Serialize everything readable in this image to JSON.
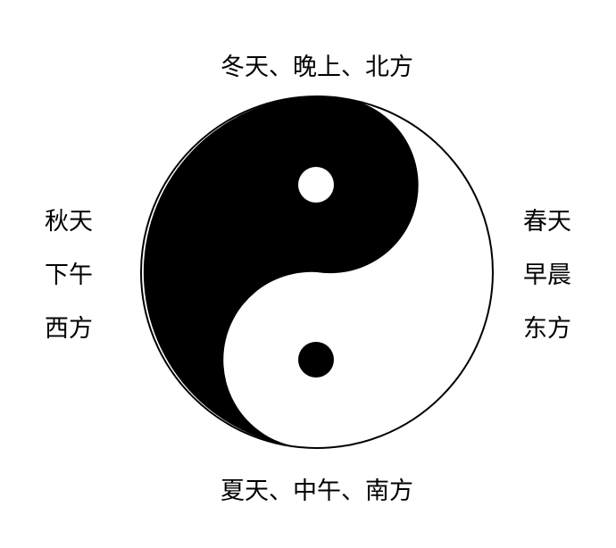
{
  "labels": {
    "top": "冬天、晚上、北方",
    "bottom": "夏天、中午、南方",
    "left": [
      "秋天",
      "下午",
      "西方"
    ],
    "right": [
      "春天",
      "早晨",
      "东方"
    ]
  },
  "colors": {
    "yin": "#000000",
    "yang": "#ffffff"
  }
}
